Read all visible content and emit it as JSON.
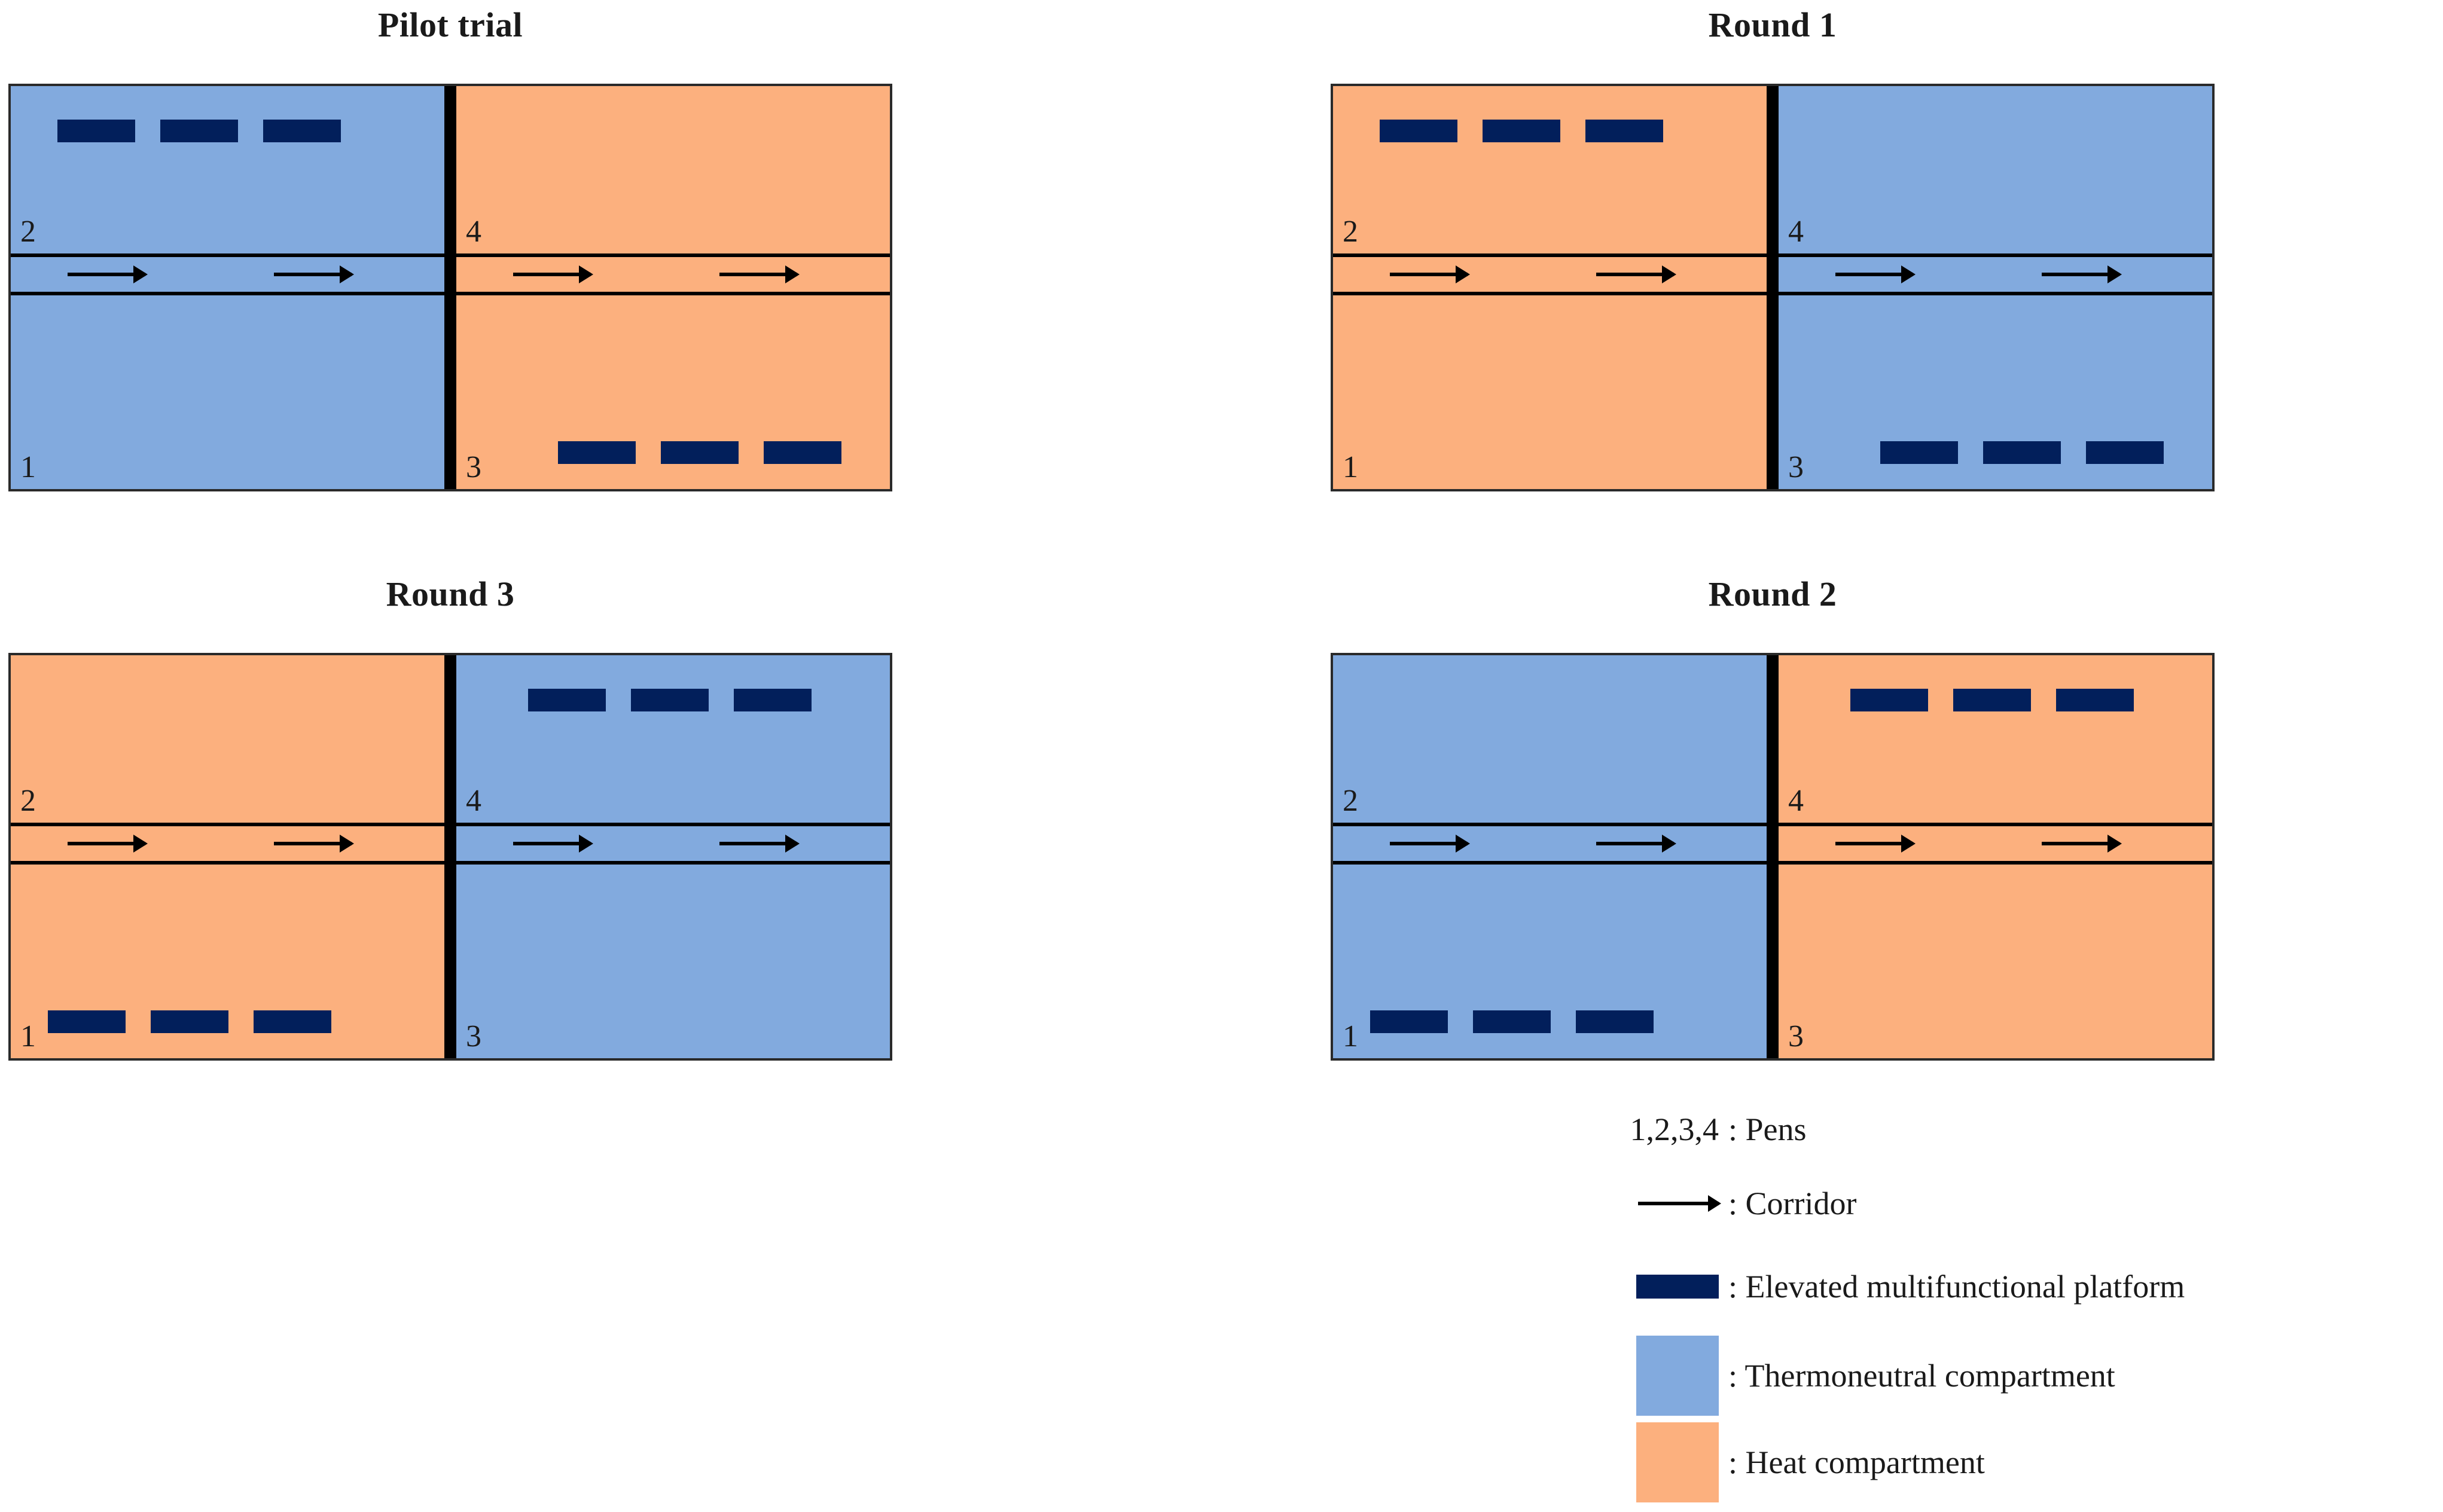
{
  "figure": {
    "type": "diagram",
    "description": "Schematic floor plans of a four-pen animal enclosure across a pilot trial and three experimental rounds, showing thermoneutral and heat compartments, corridors and elevated multifunctional platforms."
  },
  "panels": [
    {
      "id": "pilot-trial",
      "title": "Pilot trial",
      "left_compartment": "thermoneutral",
      "right_compartment": "heat",
      "pens": [
        {
          "number": "2",
          "position": "top-left",
          "compartment": "thermoneutral",
          "platform": true
        },
        {
          "number": "4",
          "position": "top-right",
          "compartment": "heat",
          "platform": false
        },
        {
          "number": "1",
          "position": "bottom-left",
          "compartment": "thermoneutral",
          "platform": false
        },
        {
          "number": "3",
          "position": "bottom-right",
          "compartment": "heat",
          "platform": true
        }
      ],
      "corridor_arrows_per_half": 2
    },
    {
      "id": "round-1",
      "title": "Round 1",
      "left_compartment": "heat",
      "right_compartment": "thermoneutral",
      "pens": [
        {
          "number": "2",
          "position": "top-left",
          "compartment": "heat",
          "platform": true
        },
        {
          "number": "4",
          "position": "top-right",
          "compartment": "thermoneutral",
          "platform": false
        },
        {
          "number": "1",
          "position": "bottom-left",
          "compartment": "heat",
          "platform": false
        },
        {
          "number": "3",
          "position": "bottom-right",
          "compartment": "thermoneutral",
          "platform": true
        }
      ],
      "corridor_arrows_per_half": 2
    },
    {
      "id": "round-3",
      "title": "Round 3",
      "left_compartment": "heat",
      "right_compartment": "thermoneutral",
      "pens": [
        {
          "number": "2",
          "position": "top-left",
          "compartment": "heat",
          "platform": false
        },
        {
          "number": "4",
          "position": "top-right",
          "compartment": "thermoneutral",
          "platform": true
        },
        {
          "number": "1",
          "position": "bottom-left",
          "compartment": "heat",
          "platform": true
        },
        {
          "number": "3",
          "position": "bottom-right",
          "compartment": "thermoneutral",
          "platform": false
        }
      ],
      "corridor_arrows_per_half": 2
    },
    {
      "id": "round-2",
      "title": "Round 2",
      "left_compartment": "thermoneutral",
      "right_compartment": "heat",
      "pens": [
        {
          "number": "2",
          "position": "top-left",
          "compartment": "thermoneutral",
          "platform": false
        },
        {
          "number": "4",
          "position": "top-right",
          "compartment": "heat",
          "platform": true
        },
        {
          "number": "1",
          "position": "bottom-left",
          "compartment": "thermoneutral",
          "platform": true
        },
        {
          "number": "3",
          "position": "bottom-right",
          "compartment": "heat",
          "platform": false
        }
      ],
      "corridor_arrows_per_half": 2
    }
  ],
  "legend": {
    "rows": [
      {
        "key_type": "text",
        "key_text": "1,2,3,4",
        "label": ": Pens"
      },
      {
        "key_type": "arrow",
        "key_text": "",
        "label": ": Corridor"
      },
      {
        "key_type": "bar",
        "key_text": "",
        "label": ": Elevated multifunctional platform"
      },
      {
        "key_type": "swatch",
        "key_text": "",
        "label": ": Thermoneutral compartment"
      },
      {
        "key_type": "swatch",
        "key_text": "",
        "label": ": Heat compartment"
      }
    ]
  },
  "colors": {
    "thermoneutral": "#82aade",
    "heat": "#fcb07e",
    "platform": "#021f5b",
    "outline": "#2a2a2a",
    "divider": "#000000",
    "text": "#1a1a1a",
    "background": "#ffffff"
  }
}
